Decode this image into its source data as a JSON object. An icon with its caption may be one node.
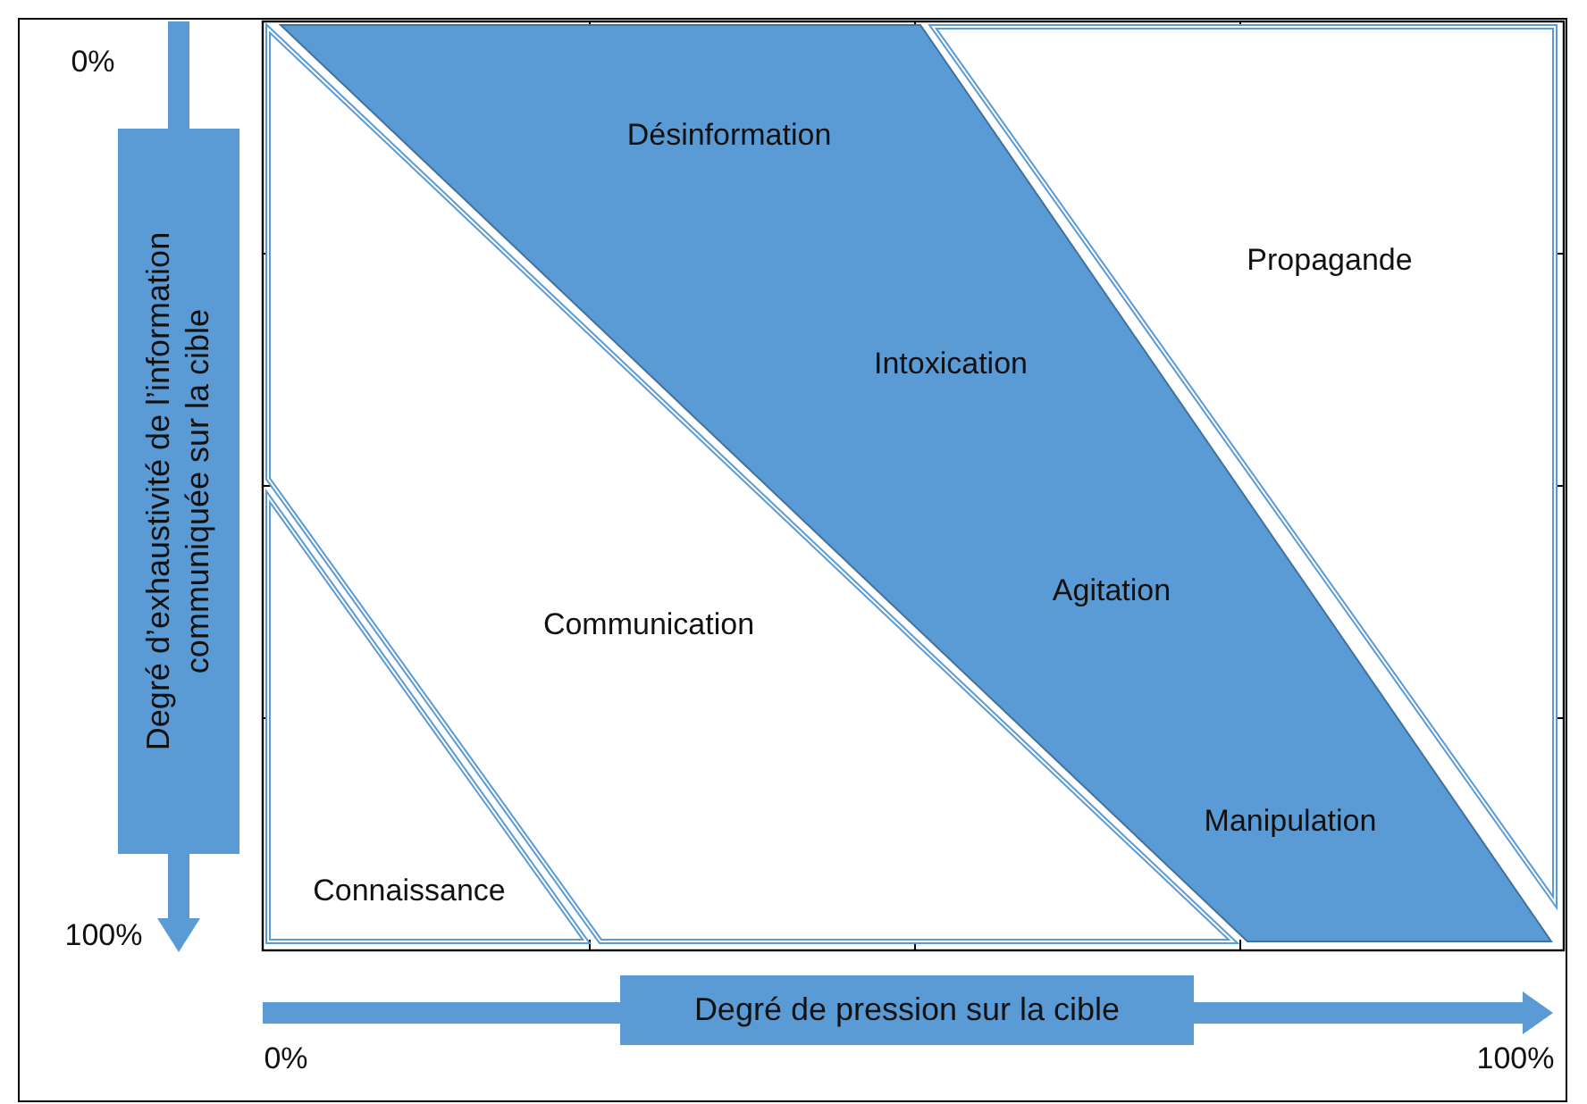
{
  "diagram": {
    "nodes": [
      {
        "text": [
          "Désinformation",
          "Intoxication",
          "Agitation",
          "Manipulation"
        ]
      },
      {
        "text": [
          "Propagande"
        ]
      },
      {
        "text": [
          "Communication"
        ]
      },
      {
        "text": [
          "Connaissance"
        ]
      },
      {
        "text": [
          "Degré d’exhaustivité de l’information communiquée sur la cible"
        ]
      },
      {
        "text": [
          "Degré de pression sur la cible"
        ]
      }
    ],
    "labels": [
      "0%",
      "100%",
      "0%",
      "100%"
    ]
  }
}
